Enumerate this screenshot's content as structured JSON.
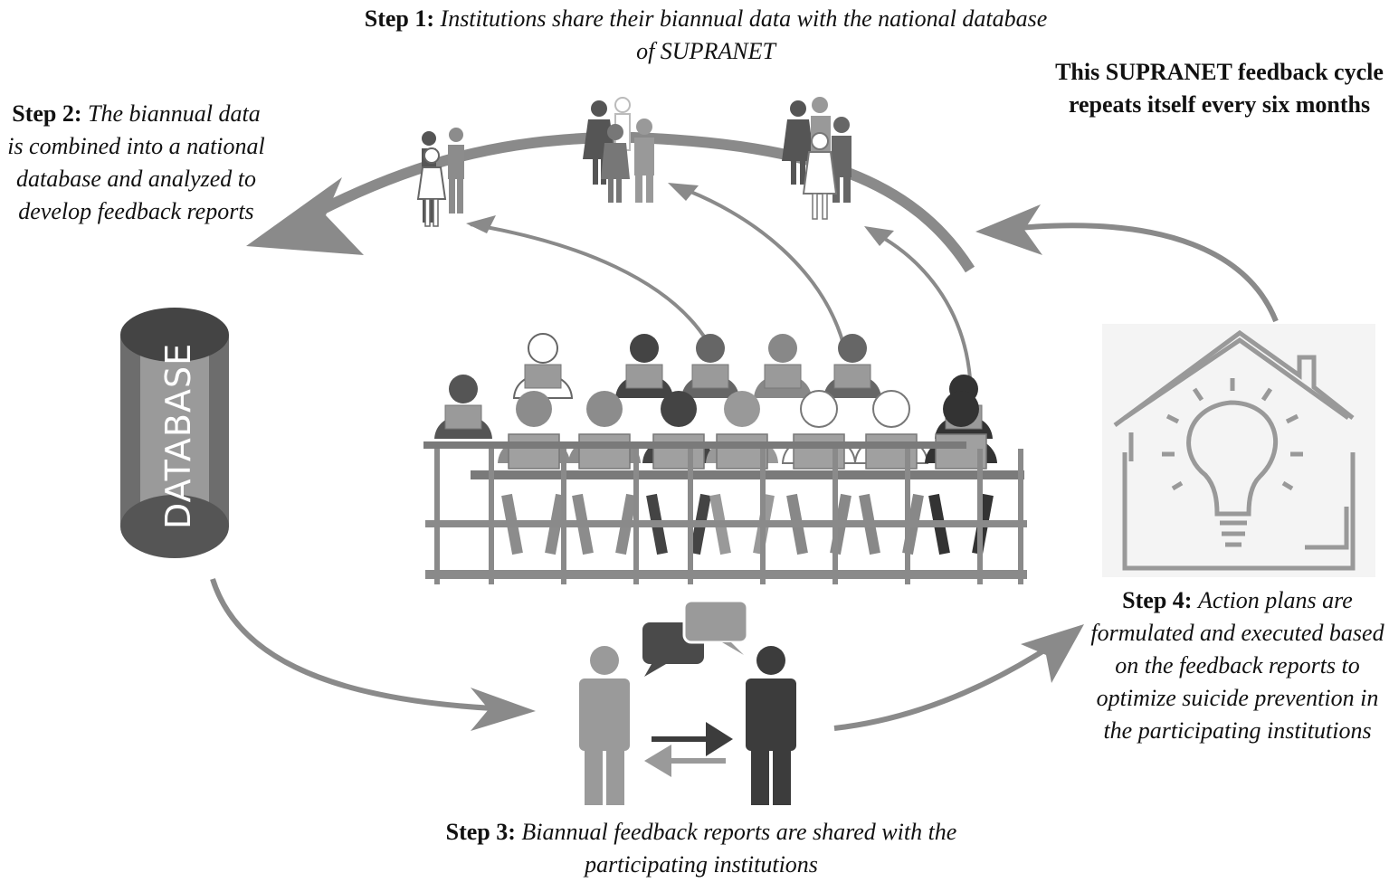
{
  "steps": {
    "step1": {
      "label": "Step 1:",
      "text": "Institutions share their biannual data with the national database of SUPRANET"
    },
    "step2": {
      "label": "Step 2:",
      "text": "The biannual data is combined into a national database and analyzed to develop feedback reports"
    },
    "step3": {
      "label": "Step 3:",
      "text": "Biannual feedback reports are shared with the participating institutions"
    },
    "step4": {
      "label": "Step 4:",
      "text": "Action plans are formulated and executed based on the feedback reports to optimize suicide prevention in the participating institutions"
    }
  },
  "cycle_note": "This SUPRANET feedback cycle repeats itself every six months",
  "database_label": "DATABASE",
  "icons": [
    "people-group-icon",
    "database-icon",
    "classroom-icon",
    "conversation-icon",
    "house-lightbulb-icon"
  ],
  "colors": {
    "arrow": "#8a8a8a",
    "dark": "#444444",
    "mid": "#8c8c8c",
    "light": "#b5b5b5",
    "text": "#111111"
  }
}
